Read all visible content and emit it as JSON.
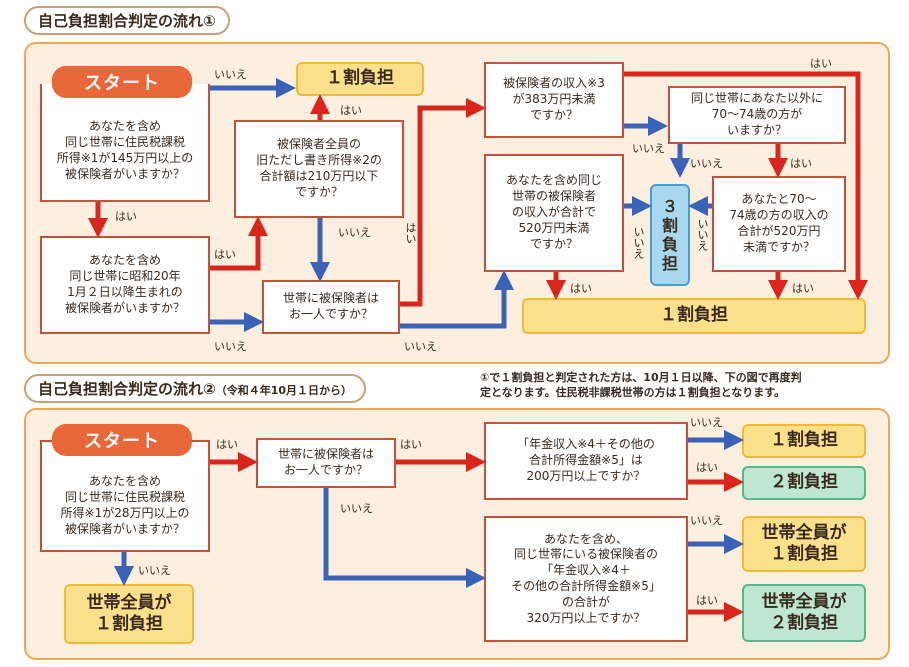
{
  "colors": {
    "red": "#d9261c",
    "blue": "#3a63b8",
    "start": "#e8683a",
    "yellow": "#fbe08c",
    "green": "#bfe6d0",
    "panel": "#fdefdf"
  },
  "flow1": {
    "title": "自己負担割合判定の流れ①",
    "start": "スタート",
    "q1": "あなたを含め\n同じ世帯に住民税課税\n所得※1が145万円以上の\n被保険者がいますか？",
    "q2": "あなたを含め\n同じ世帯に昭和20年\n1月２日以降生まれの\n被保険者がいますか？",
    "q3": "被保険者全員の\n旧ただし書き所得※2の\n合計額は210万円以下\nですか？",
    "q4": "世帯に被保険者は\nお一人ですか？",
    "q5": "被保険者の収入※3\nが383万円未満\nですか？",
    "q6": "あなたを含め同じ\n世帯の被保険者\nの収入が合計で\n520万円未満\nですか？",
    "q7": "同じ世帯にあなた以外に\n70～74歳の方が\nいますか？",
    "q8": "あなたと70～\n74歳の方の収入の\n合計が520万円\n未満ですか？",
    "r1": "１割負担",
    "r3": "３\n割\n負\n担",
    "rbottom": "１割負担",
    "yes": "はい",
    "no": "いいえ"
  },
  "flow2": {
    "title": "自己負担割合判定の流れ②",
    "title_sub": "（令和４年10月１日から）",
    "note": "①で１割負担と判定された方は、10月１日以降、下の図で再度判\n定となります。住民税非課税世帯の方は１割負担となります。",
    "start": "スタート",
    "q1": "あなたを含め\n同じ世帯に住民税課税\n所得※1が28万円以上の\n被保険者がいますか？",
    "q2": "世帯に被保険者は\nお一人ですか？",
    "q3": "「年金収入※4＋その他の\n合計所得金額※5」は\n200万円以上ですか？",
    "q4": "あなたを含め、\n同じ世帯にいる被保険者の\n「年金収入※4＋\nその他の合計所得金額※5」\nの合計が\n320万円以上ですか？",
    "r_all1": "世帯全員が\n１割負担",
    "r1": "１割負担",
    "r2": "２割負担",
    "r_hh1": "世帯全員が\n１割負担",
    "r_hh2": "世帯全員が\n２割負担",
    "yes": "はい",
    "no": "いいえ"
  }
}
